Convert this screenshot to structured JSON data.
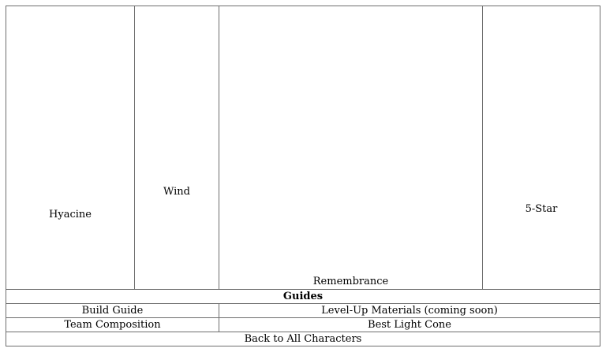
{
  "character": {
    "name": "Hyacine",
    "element": "Wind",
    "path": "Remembrance",
    "rarity": "5-Star"
  },
  "guides": {
    "header": "Guides",
    "build_guide": "Build Guide",
    "level_up_materials": "Level-Up Materials (coming soon)",
    "team_composition": "Team Composition",
    "best_light_cone": "Best Light Cone",
    "back_to_all": "Back to All Characters"
  },
  "colors": {
    "border": "#6e6e6e",
    "background": "#ffffff",
    "text": "#000000"
  }
}
